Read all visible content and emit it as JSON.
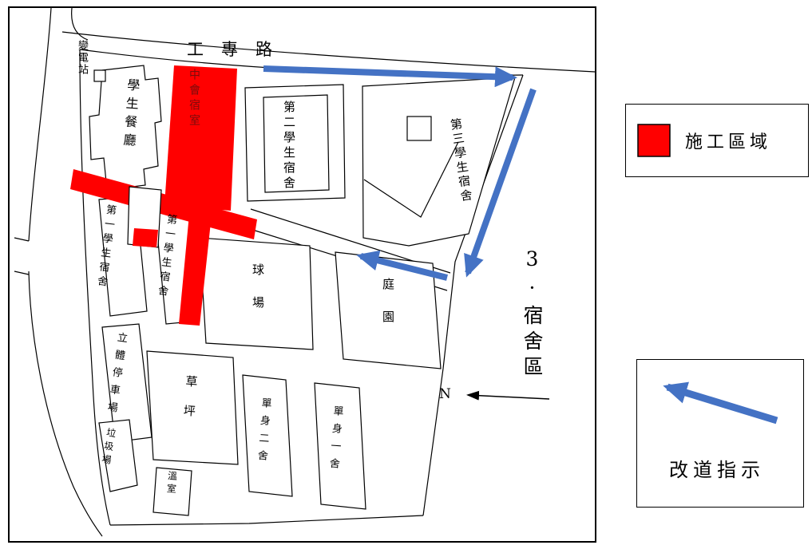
{
  "map": {
    "road_label": "工專路",
    "substation_label": "變電站",
    "cafeteria_label": "學生餐廳",
    "construction_area_label": "中會宿室",
    "dorm2_label": "第二學生宿舍",
    "dorm3_label": "第三學生宿舍",
    "dorm1_left_label": "第一學生宿舍",
    "dorm1_right_label": "第一學生宿舍",
    "ballfield_label": "球場",
    "garden_label": "庭園",
    "parking_label": "立體停車場",
    "garbage_label": "垃圾場",
    "lawn_label": "草坪",
    "greenhouse_label": "溫室",
    "single_dorm2_label": "單身二舍",
    "single_dorm1_label": "單身一舍",
    "area_label": "3·宿舍區",
    "north_label": "N"
  },
  "legend": {
    "construction": {
      "label": "施工區域",
      "swatch_color": "#ff0000"
    },
    "detour": {
      "label": "改道指示",
      "arrow_color": "#4472c4"
    }
  },
  "colors": {
    "construction_fill": "#ff0000",
    "construction_text": "#7a0c0c",
    "detour_arrow": "#4472c4",
    "outline": "#000000"
  }
}
